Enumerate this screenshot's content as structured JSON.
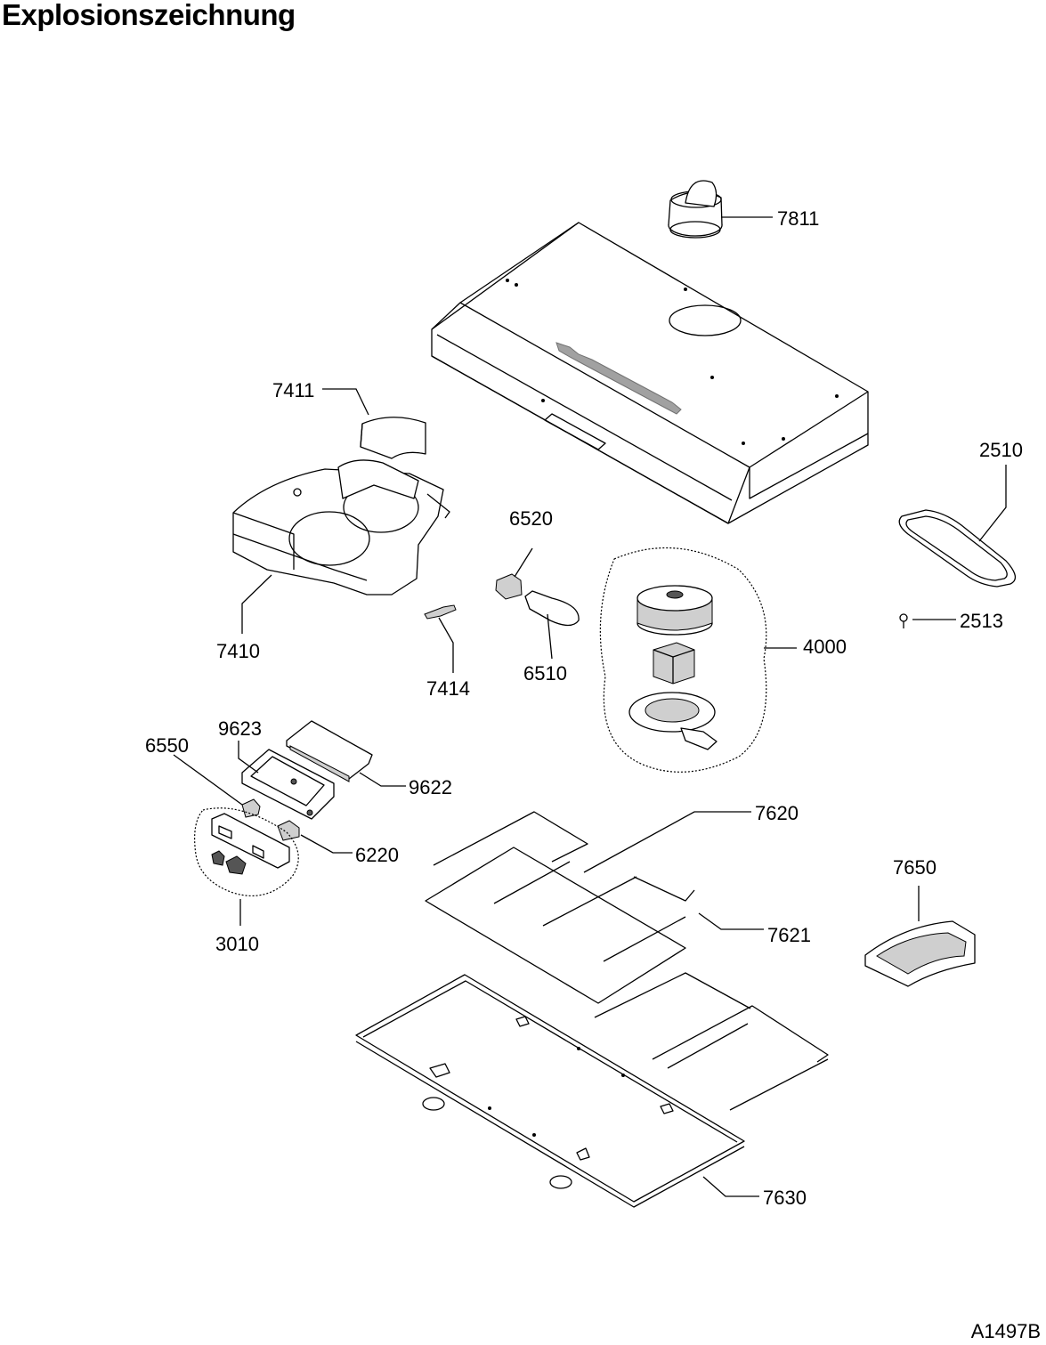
{
  "title": "Explosionszeichnung",
  "drawing_code": "A1497B",
  "parts": {
    "p7811": "7811",
    "p7411": "7411",
    "p2510": "2510",
    "p6520": "6520",
    "p7410": "7410",
    "p2513": "2513",
    "p4000": "4000",
    "p6510": "6510",
    "p7414": "7414",
    "p9623": "9623",
    "p6550": "6550",
    "p9622": "9622",
    "p7620": "7620",
    "p7650": "7650",
    "p6220": "6220",
    "p7621": "7621",
    "p3010": "3010",
    "p7630": "7630"
  }
}
